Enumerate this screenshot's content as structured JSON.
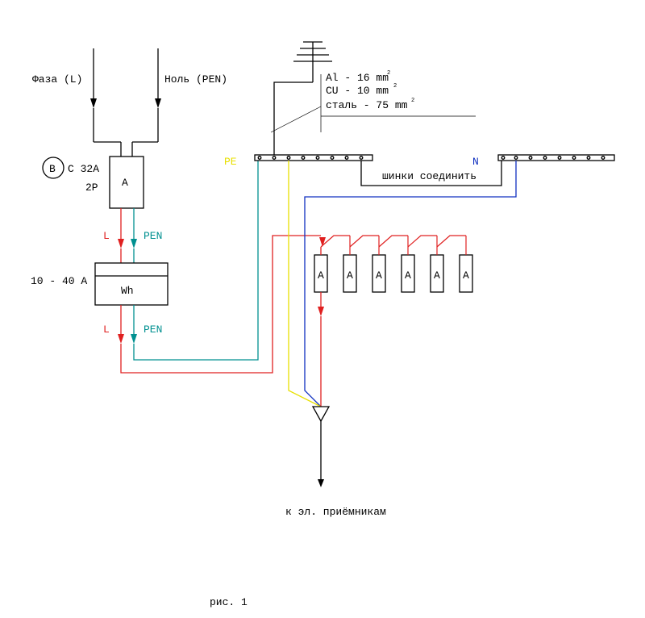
{
  "labels": {
    "phase_in": "Фаза (L)",
    "neutral_in": "Ноль (PEN)",
    "breaker_type_letter": "B",
    "breaker_rating": "C 32A",
    "breaker_poles": "2P",
    "breaker_symbol": "A",
    "l_top": "L",
    "pen_top": "PEN",
    "meter_range": "10 - 40 A",
    "meter_symbol": "Wh",
    "l_bottom": "L",
    "pen_bottom": "PEN",
    "pe_bus": "PE",
    "n_bus": "N",
    "busbar_note": "шинки соединить",
    "ground_al": "Al - 16 mm",
    "ground_cu": "CU - 10 mm",
    "ground_steel": "сталь - 75 mm",
    "sq": "2",
    "breaker_group_symbol": "A",
    "output": "к эл. приёмникам",
    "caption": "рис. 1"
  },
  "colors": {
    "phase": "#e02020",
    "pen": "#009090",
    "pe": "#e8e000",
    "neutral": "#1030c0",
    "line": "#000000"
  },
  "group_breaker_count": 6
}
